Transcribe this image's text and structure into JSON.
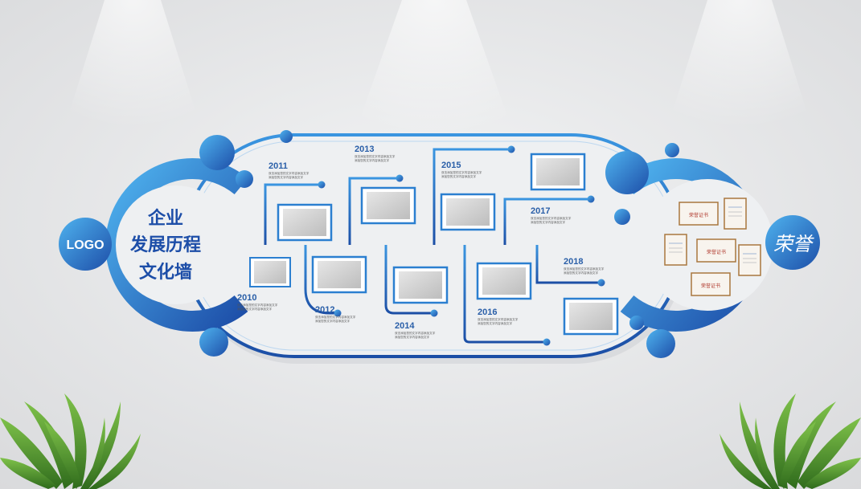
{
  "logo_label": "LOGO",
  "title_lines": [
    "企业",
    "发展历程",
    "文化墙"
  ],
  "honor_label": "荣誉",
  "years": [
    {
      "year": "2010",
      "text_lines": [
        "双击添加您的文字内容添加文字",
        "添加您的文字内容添加文字"
      ]
    },
    {
      "year": "2011",
      "text_lines": [
        "双击添加您的文字内容添加文字",
        "添加您的文字内容添加文字"
      ]
    },
    {
      "year": "2012",
      "text_lines": [
        "双击添加您的文字内容添加文字",
        "添加您的文字内容添加文字"
      ]
    },
    {
      "year": "2013",
      "text_lines": [
        "双击添加您的文字内容添加文字",
        "添加您的文字内容添加文字"
      ]
    },
    {
      "year": "2014",
      "text_lines": [
        "双击添加您的文字内容添加文字",
        "添加您的文字内容添加文字"
      ]
    },
    {
      "year": "2015",
      "text_lines": [
        "双击添加您的文字内容添加文字",
        "添加您的文字内容添加文字"
      ]
    },
    {
      "year": "2016",
      "text_lines": [
        "双击添加您的文字内容添加文字",
        "添加您的文字内容添加文字"
      ]
    },
    {
      "year": "2017",
      "text_lines": [
        "双击添加您的文字内容添加文字",
        "添加您的文字内容添加文字"
      ]
    },
    {
      "year": "2018",
      "text_lines": [
        "双击添加您的文字内容添加文字",
        "添加您的文字内容添加文字"
      ]
    }
  ],
  "certificate_label": "荣誉证书",
  "colors": {
    "wall": "#e9eaec",
    "blue_dark": "#1d4ea8",
    "blue_mid": "#2b7fd0",
    "blue_light": "#4fb3ef",
    "year_text": "#2a5fa8",
    "cert_red": "#b03a2e"
  }
}
